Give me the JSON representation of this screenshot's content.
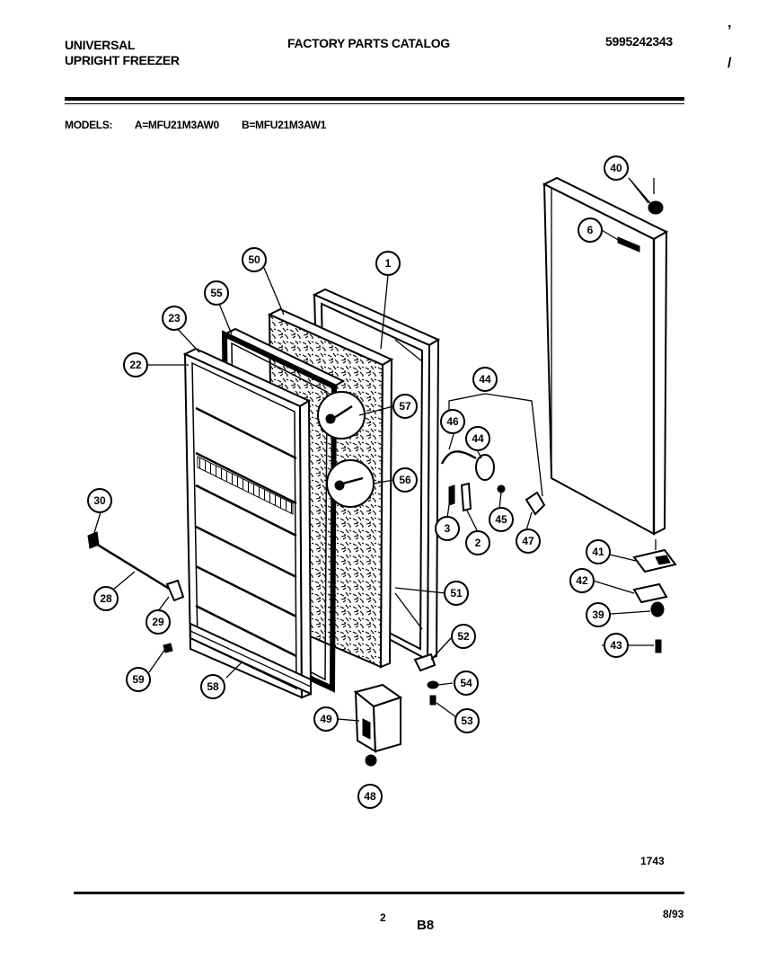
{
  "header": {
    "brand_line1": "UNIVERSAL",
    "brand_line2": "UPRIGHT FREEZER",
    "catalog_title": "FACTORY PARTS CATALOG",
    "catalog_number": "5995242343"
  },
  "models": {
    "label": "MODELS:",
    "model_a": "A=MFU21M3AW0",
    "model_b": "B=MFU21M3AW1"
  },
  "callouts": [
    "40",
    "6",
    "50",
    "1",
    "55",
    "23",
    "22",
    "44",
    "57",
    "46",
    "44",
    "56",
    "3",
    "2",
    "45",
    "47",
    "30",
    "51",
    "41",
    "42",
    "28",
    "39",
    "29",
    "52",
    "43",
    "59",
    "58",
    "54",
    "49",
    "53",
    "48"
  ],
  "footer": {
    "figure_number": "1743",
    "page_number": "2",
    "section_code": "B8",
    "date": "8/93"
  },
  "margin_marks": {
    "top_right_1": "’",
    "top_right_2": "/"
  }
}
